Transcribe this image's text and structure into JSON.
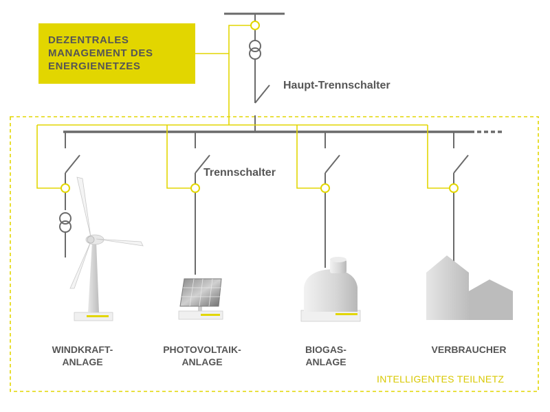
{
  "management": {
    "title": "DEZENTRALES\nMANAGEMENT DES\nENERGIENETZES"
  },
  "labels": {
    "main_switch": "Haupt-Trennschalter",
    "switch": "Trennschalter",
    "subnet": "INTELLIGENTES TEILNETZ"
  },
  "units": [
    {
      "id": "wind",
      "label": "WINDKRAFT-\nANLAGE",
      "icon": "wind-turbine-icon"
    },
    {
      "id": "pv",
      "label": "PHOTOVOLTAIK-\nANLAGE",
      "icon": "solar-panel-icon"
    },
    {
      "id": "biogas",
      "label": "BIOGAS-\nANLAGE",
      "icon": "biogas-tank-icon"
    },
    {
      "id": "consumer",
      "label": "VERBRAUCHER",
      "icon": "building-icon"
    }
  ],
  "colors": {
    "accent": "#e2d600",
    "line": "#6a6a6a",
    "text": "#555555"
  }
}
